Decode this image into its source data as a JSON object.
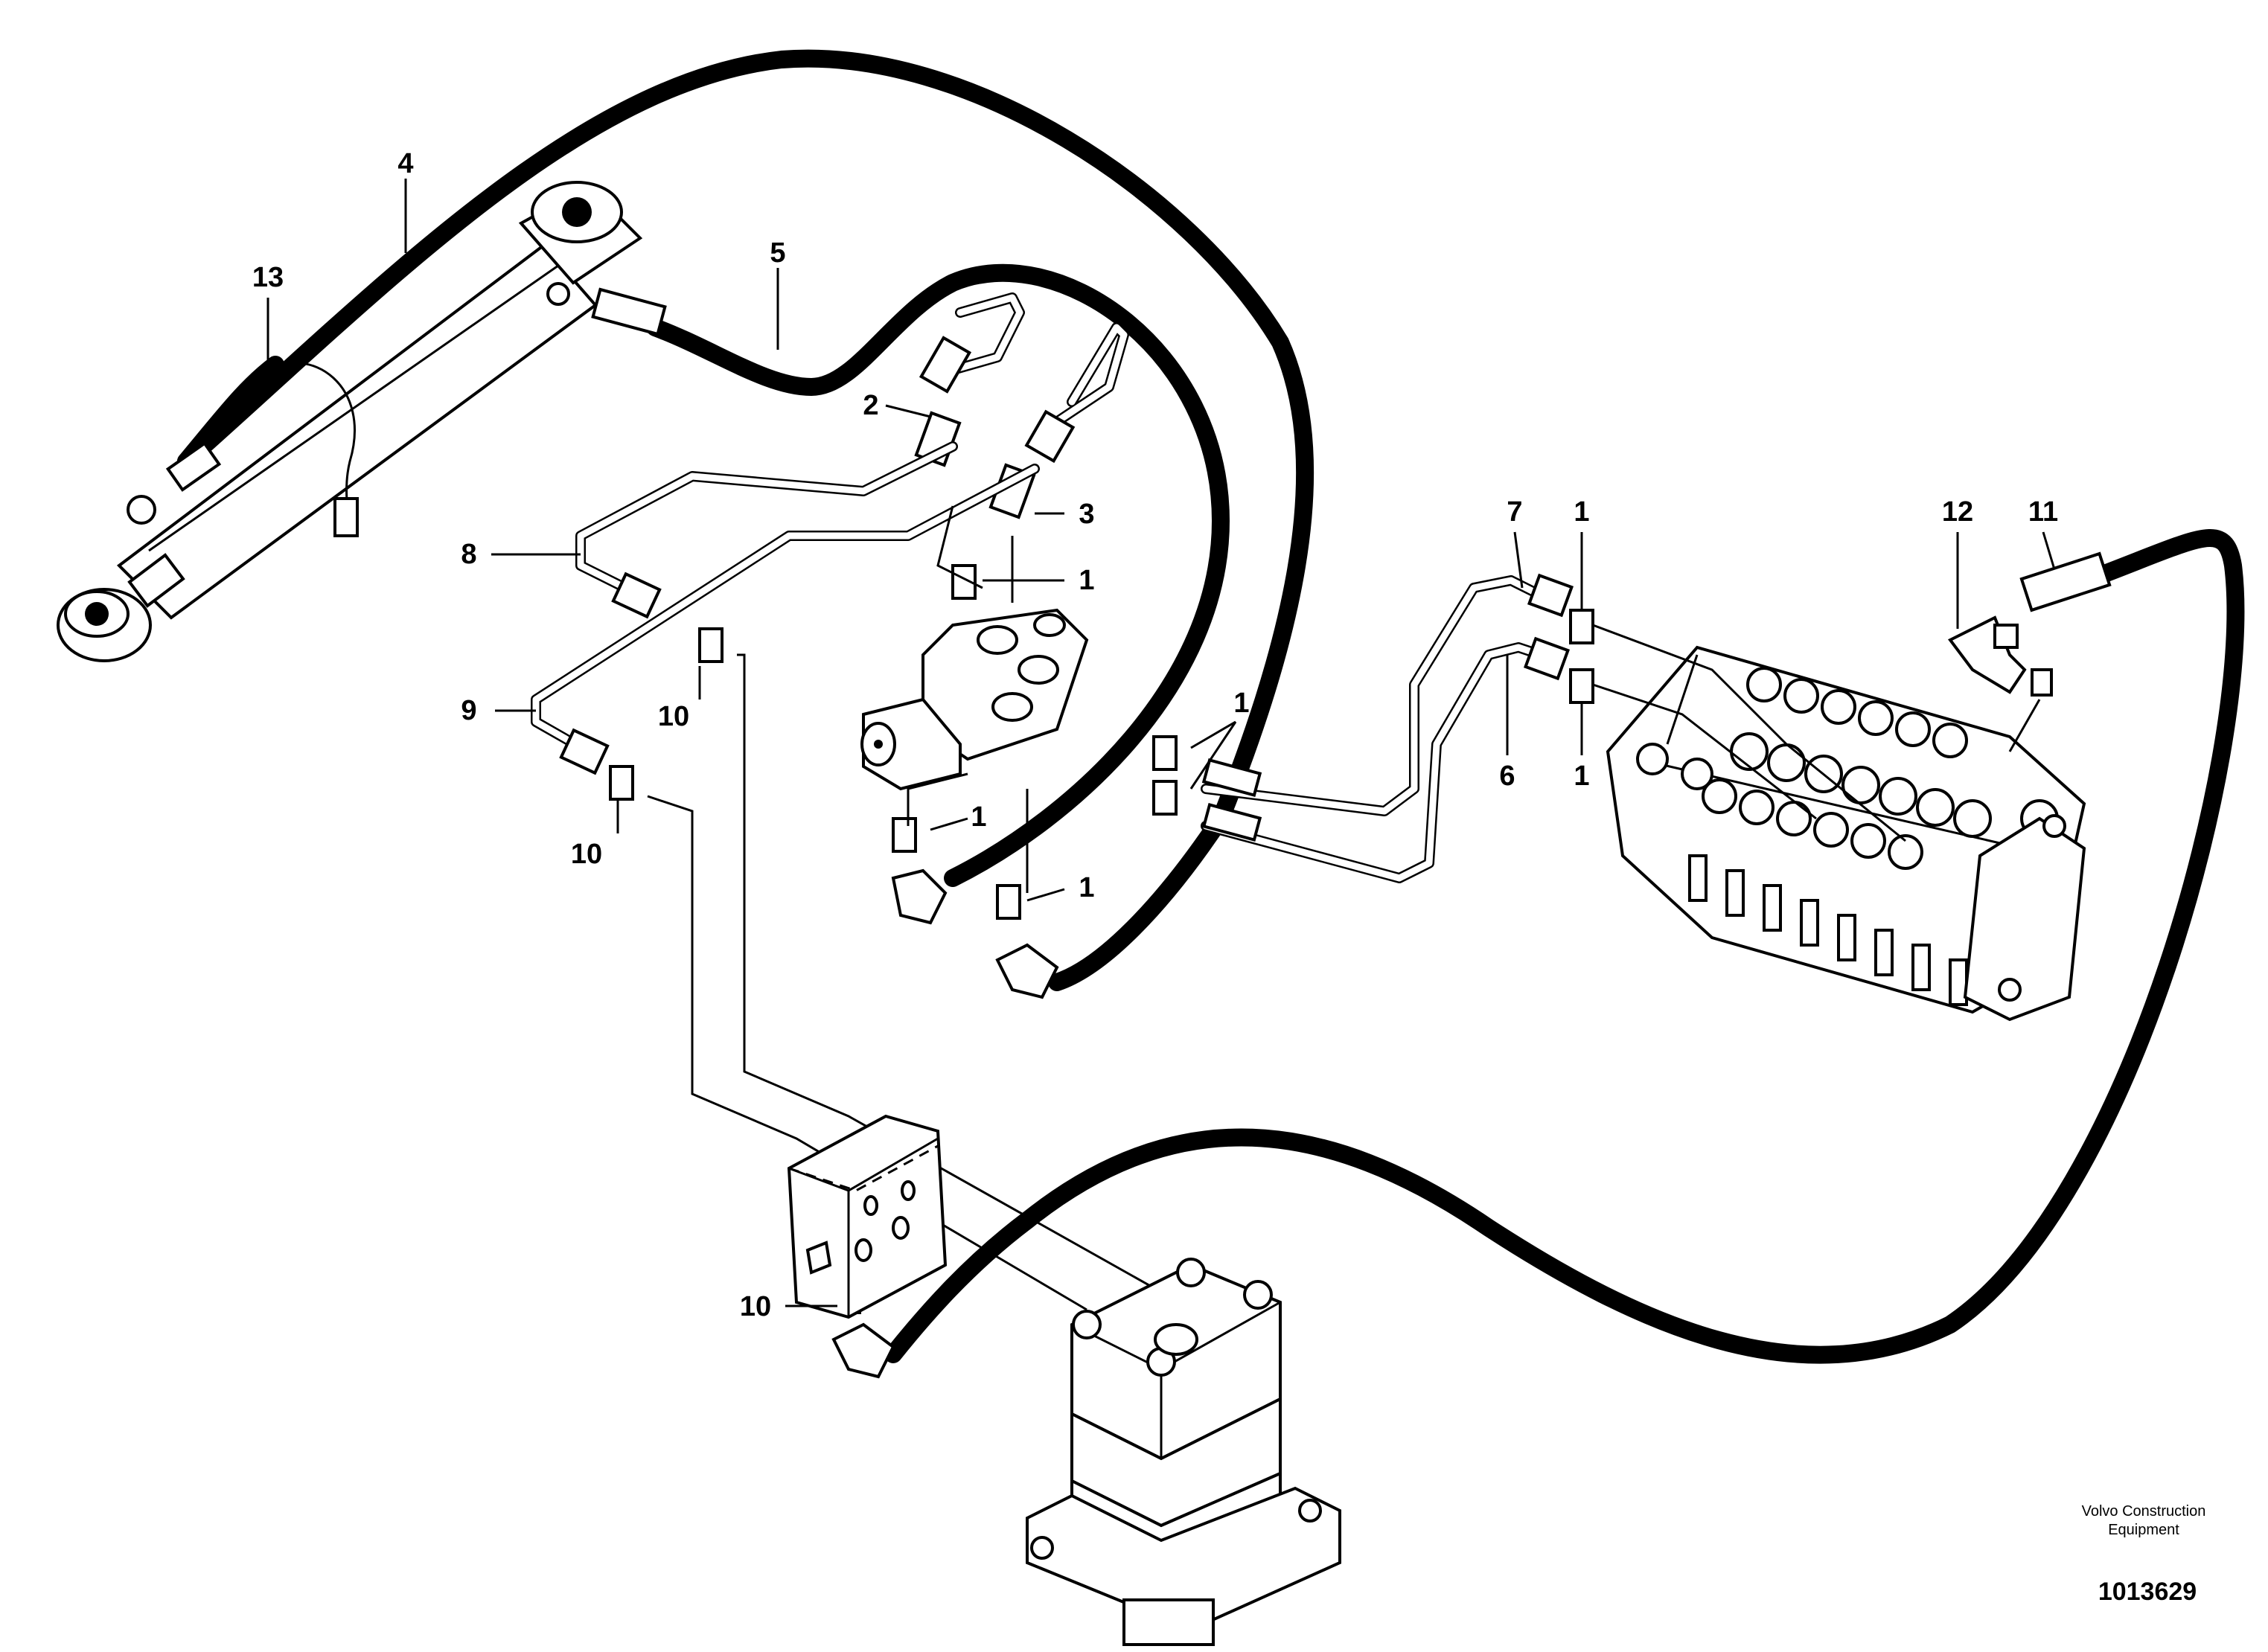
{
  "diagram": {
    "callouts": [
      {
        "id": "c4",
        "text": "4"
      },
      {
        "id": "c13",
        "text": "13"
      },
      {
        "id": "c5",
        "text": "5"
      },
      {
        "id": "c2",
        "text": "2"
      },
      {
        "id": "c3",
        "text": "3"
      },
      {
        "id": "c8",
        "text": "8"
      },
      {
        "id": "c1a",
        "text": "1"
      },
      {
        "id": "c9",
        "text": "9"
      },
      {
        "id": "c10a",
        "text": "10"
      },
      {
        "id": "c10b",
        "text": "10"
      },
      {
        "id": "c1b",
        "text": "1"
      },
      {
        "id": "c1c",
        "text": "1"
      },
      {
        "id": "c1d",
        "text": "1"
      },
      {
        "id": "c7",
        "text": "7"
      },
      {
        "id": "c1e",
        "text": "1"
      },
      {
        "id": "c6",
        "text": "6"
      },
      {
        "id": "c1f",
        "text": "1"
      },
      {
        "id": "c12",
        "text": "12"
      },
      {
        "id": "c11",
        "text": "11"
      },
      {
        "id": "c10c",
        "text": "10"
      }
    ],
    "brand_line1": "Volvo Construction",
    "brand_line2": "Equipment",
    "drawing_number": "1013629"
  },
  "colors": {
    "line": "#000000",
    "background": "#ffffff"
  }
}
